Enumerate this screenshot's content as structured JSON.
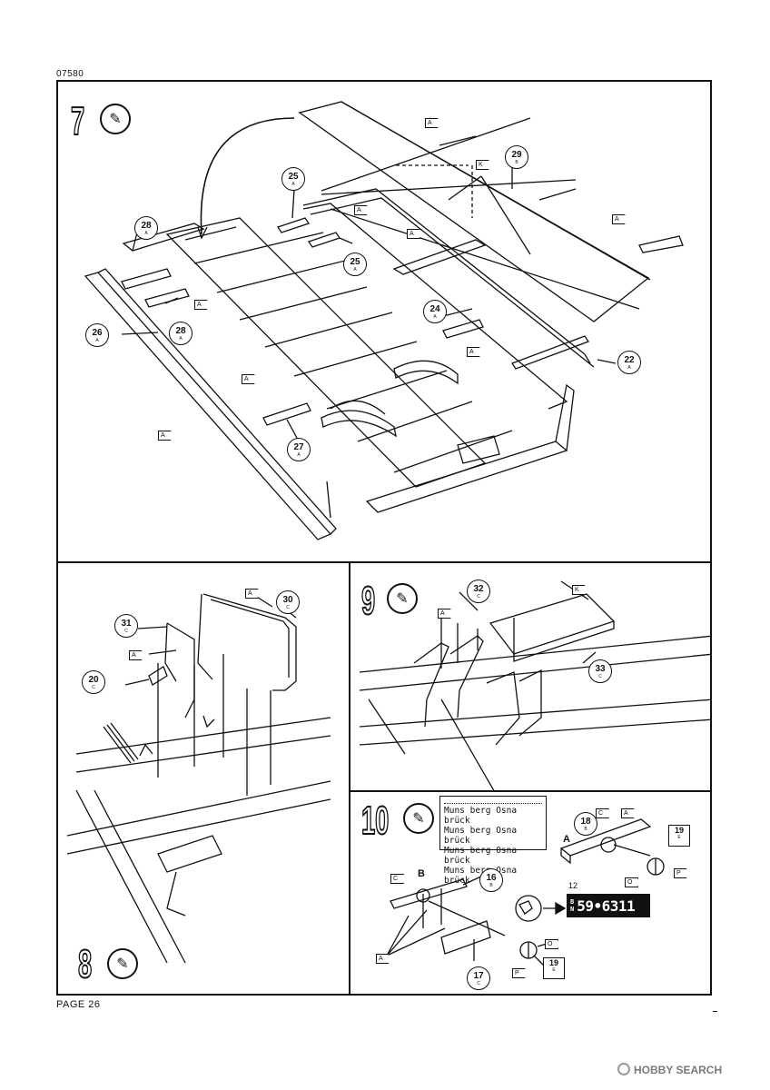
{
  "doc_code": "07580",
  "page_label": "PAGE 26",
  "watermark": {
    "text": "HOBBY SEARCH",
    "icon": "hobbysearch-logo-icon"
  },
  "steps": {
    "s7": {
      "number": "7",
      "icon": "glue-tube-icon"
    },
    "s8": {
      "number": "8",
      "icon": "glue-tube-icon"
    },
    "s9": {
      "number": "9",
      "icon": "glue-tube-icon"
    },
    "s10": {
      "number": "10",
      "icon": "glue-tube-icon"
    }
  },
  "p7": {
    "parts": [
      {
        "n": "25",
        "s": "A"
      },
      {
        "n": "28",
        "s": "A"
      },
      {
        "n": "29",
        "s": "B"
      },
      {
        "n": "25",
        "s": "A"
      },
      {
        "n": "28",
        "s": "A"
      },
      {
        "n": "24",
        "s": "A"
      },
      {
        "n": "26",
        "s": "A"
      },
      {
        "n": "22",
        "s": "A"
      },
      {
        "n": "27",
        "s": "A"
      }
    ],
    "flags": [
      "A",
      "K",
      "A",
      "A",
      "A",
      "A",
      "A",
      "A",
      "A"
    ]
  },
  "p8": {
    "parts": [
      {
        "n": "30",
        "s": "C"
      },
      {
        "n": "31",
        "s": "C"
      },
      {
        "n": "20",
        "s": "C"
      }
    ],
    "flags": [
      "A",
      "A"
    ]
  },
  "p9": {
    "parts": [
      {
        "n": "32",
        "s": "C"
      },
      {
        "n": "33",
        "s": "C"
      }
    ],
    "flags": [
      "A",
      "K"
    ]
  },
  "p10": {
    "decal_lines": [
      "Muns berg Osna brück",
      "Muns berg Osna brück",
      "Muns berg Osna brück",
      "Muns berg Osna brück"
    ],
    "decal_number": "12",
    "plate_prefix_top": "B",
    "plate_prefix_bottom": "N",
    "plate_number": "59•6311",
    "labels": {
      "a": "A",
      "b": "B"
    },
    "parts": [
      {
        "n": "18",
        "s": "B"
      },
      {
        "n": "16",
        "s": "B"
      },
      {
        "n": "17",
        "s": "C"
      }
    ],
    "boxes": [
      {
        "n": "19",
        "s": "E"
      },
      {
        "n": "19",
        "s": "E"
      }
    ],
    "flags": [
      "C",
      "A",
      "O",
      "P",
      "C",
      "A",
      "O",
      "P"
    ]
  }
}
